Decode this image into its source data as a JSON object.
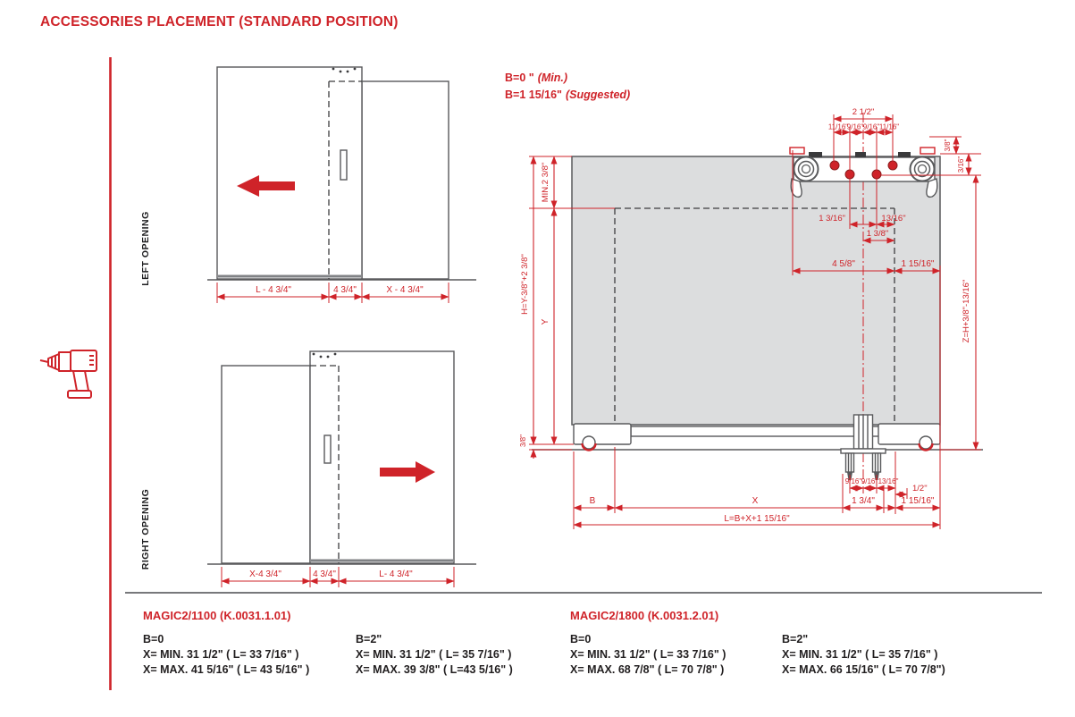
{
  "title": "ACCESSORIES PLACEMENT (STANDARD POSITION)",
  "side_labels": {
    "left": "LEFT OPENING",
    "right": "RIGHT OPENING"
  },
  "notes": {
    "b1": "B=0 \"",
    "q1": "(Min.)",
    "b2": "B=1 15/16\"",
    "q2": "(Suggested)"
  },
  "left_opening_dims": [
    "L - 4 3/4\"",
    "4 3/4\"",
    "X - 4 3/4\""
  ],
  "right_opening_dims": [
    "X-4 3/4\"",
    "4 3/4\"",
    "L- 4 3/4\""
  ],
  "main_dims": {
    "top_span": "2 1/2\"",
    "offsets": [
      "11/16\"",
      "9/16\"",
      "9/16\"",
      "11/16\""
    ],
    "right_top_a": "3/8\"",
    "right_top_b": "3/16\"",
    "upper_a": "1 3/16\"",
    "upper_b": "13/16\"",
    "mid": "1 3/8\"",
    "lower_a": "4 5/8\"",
    "lower_b": "1 15/16\"",
    "left_h": "H=Y-3/8\"+2 3/8\"",
    "left_min": "MIN.2 3/8\"",
    "left_y": "Y",
    "left_clearance": "3/8\"",
    "right_z": "Z=H+3/8\"-13/16\"",
    "guide_a": "9/16\"",
    "guide_b": "9/16\"",
    "guide_c": "13/16\"",
    "guide_half": "1/2\"",
    "guide_d": "1 3/4\"",
    "guide_e": "1 15/16\"",
    "bottom_b": "B",
    "bottom_x": "X",
    "bottom_l": "L=B+X+1 15/16\""
  },
  "products": [
    {
      "name": "MAGIC2/1100 (K.0031.1.01)",
      "variants": [
        {
          "b": "B=0",
          "min": "X= MIN. 31 1/2\" ( L= 33 7/16\" )",
          "max": "X= MAX. 41 5/16\" ( L= 43 5/16\" )"
        },
        {
          "b": "B=2\"",
          "min": "X= MIN. 31 1/2\" ( L= 35 7/16\" )",
          "max": "X= MAX. 39 3/8\" ( L=43 5/16\" )"
        }
      ]
    },
    {
      "name": "MAGIC2/1800 (K.0031.2.01)",
      "variants": [
        {
          "b": "B=0",
          "min": "X= MIN. 31 1/2\" ( L= 33 7/16\" )",
          "max": "X= MAX. 68 7/8\" ( L= 70 7/8\" )"
        },
        {
          "b": "B=2\"",
          "min": "X= MIN. 31 1/2\" ( L= 35 7/16\" )",
          "max": "X= MAX. 66 15/16\" ( L= 70 7/8\")"
        }
      ]
    }
  ]
}
